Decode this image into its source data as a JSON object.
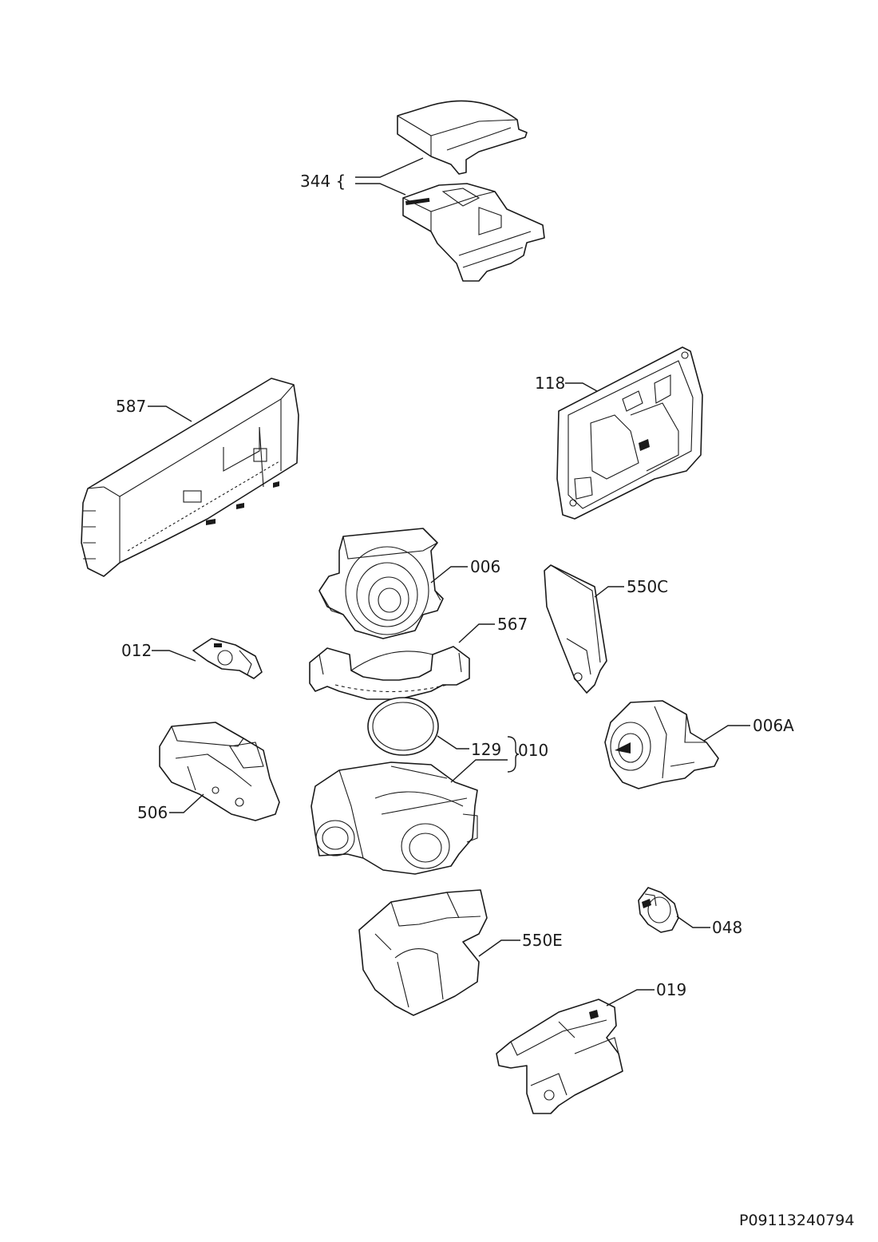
{
  "diagram": {
    "drawing_code": "P09113240794",
    "callouts": [
      {
        "id": "344",
        "label": "344 {"
      },
      {
        "id": "118",
        "label": "118"
      },
      {
        "id": "587",
        "label": "587"
      },
      {
        "id": "006",
        "label": "006"
      },
      {
        "id": "550C",
        "label": "550C"
      },
      {
        "id": "567",
        "label": "567"
      },
      {
        "id": "012",
        "label": "012"
      },
      {
        "id": "129",
        "label": "129"
      },
      {
        "id": "010",
        "label": "010"
      },
      {
        "id": "006A",
        "label": "006A"
      },
      {
        "id": "506",
        "label": "506"
      },
      {
        "id": "048",
        "label": "048"
      },
      {
        "id": "550E",
        "label": "550E"
      },
      {
        "id": "019",
        "label": "019"
      }
    ]
  }
}
